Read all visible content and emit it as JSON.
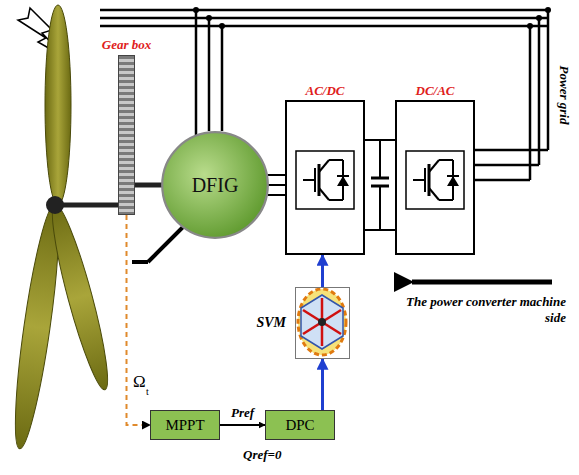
{
  "diagram": {
    "nodes": [
      {
        "text": [
          "Gear box"
        ]
      },
      {
        "text": [
          "DFIG"
        ]
      },
      {
        "text": [
          "AC/DC"
        ]
      },
      {
        "text": [
          "DC/AC"
        ]
      },
      {
        "text": [
          "SVM"
        ]
      },
      {
        "text": [
          "MPPT"
        ]
      },
      {
        "text": [
          "DPC"
        ]
      }
    ],
    "edges": [
      {
        "from": 0,
        "to": 5,
        "arrow": "to"
      },
      {
        "from": 1,
        "to": 2,
        "arrow": "none"
      },
      {
        "from": 2,
        "to": 3,
        "arrow": "none"
      },
      {
        "from": 5,
        "to": 6,
        "label": "Pref",
        "arrow": "to"
      },
      {
        "from": 6,
        "to": 4,
        "arrow": "to"
      },
      {
        "from": 4,
        "to": 2,
        "arrow": "to"
      }
    ],
    "labels": [
      "Ω",
      "t",
      "Qref=0",
      "Power grid",
      "The power converter machine side"
    ]
  }
}
